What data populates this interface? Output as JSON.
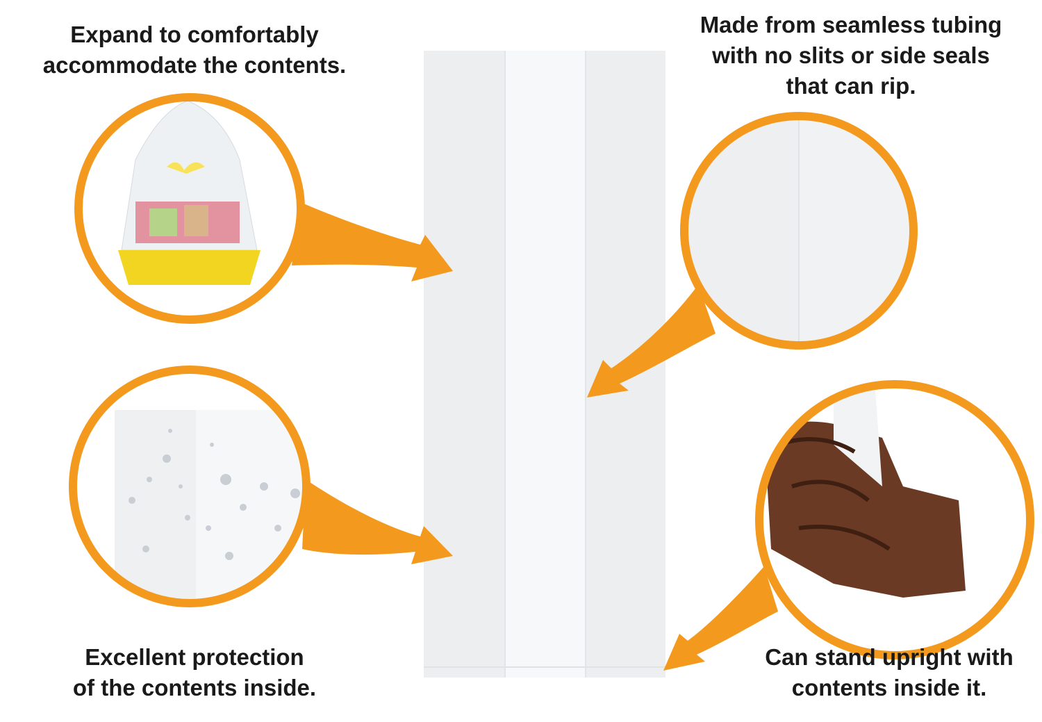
{
  "colors": {
    "accent": "#f39a1e",
    "bag_side": "#eceef0",
    "bag_front": "#f7f8f9",
    "text": "#1a1a1a"
  },
  "captions": {
    "top_left": [
      "Expand to comfortably",
      "accommodate the contents."
    ],
    "top_right": [
      "Made from seamless tubing",
      "with no slits or side seals",
      "that can rip."
    ],
    "bottom_left": [
      "Excellent protection",
      "of the contents inside."
    ],
    "bottom_right": [
      "Can stand upright with",
      "contents inside it."
    ]
  },
  "insets": {
    "top_left": "gift-basket-icon",
    "top_right": "seamless-tubing-closeup",
    "bottom_left": "water-droplets-closeup",
    "bottom_right": "coffee-beans-bag"
  }
}
